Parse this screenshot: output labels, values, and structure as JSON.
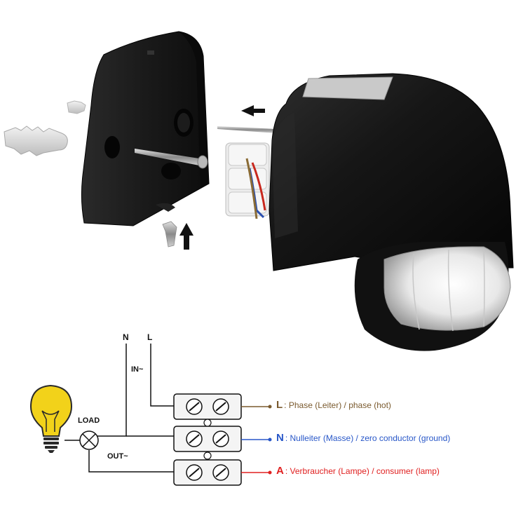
{
  "colors": {
    "housing": "#151515",
    "wire_dark": "#111111",
    "phase": "#7a5a2e",
    "neutral": "#2857c8",
    "load": "#e02020",
    "bulb": "#f2d21a"
  },
  "icons": [
    "arrow-left-icon",
    "arrow-up-icon",
    "light-bulb-icon",
    "lamp-symbol-icon",
    "screw-icon",
    "wall-plug-icon"
  ],
  "diagram": {
    "n_label": "N",
    "l_label": "L",
    "in_label": "IN~",
    "out_label": "OUT~",
    "load_label": "LOAD",
    "legend": [
      {
        "letter": "L",
        "text": ": Phase (Leiter) / phase (hot)",
        "color": "#7a5a2e"
      },
      {
        "letter": "N",
        "text": ": Nulleiter (Masse) / zero  conductor (ground)",
        "color": "#2857c8"
      },
      {
        "letter": "A",
        "text": ": Verbraucher (Lampe) / consumer (lamp)",
        "color": "#e02020"
      }
    ]
  }
}
